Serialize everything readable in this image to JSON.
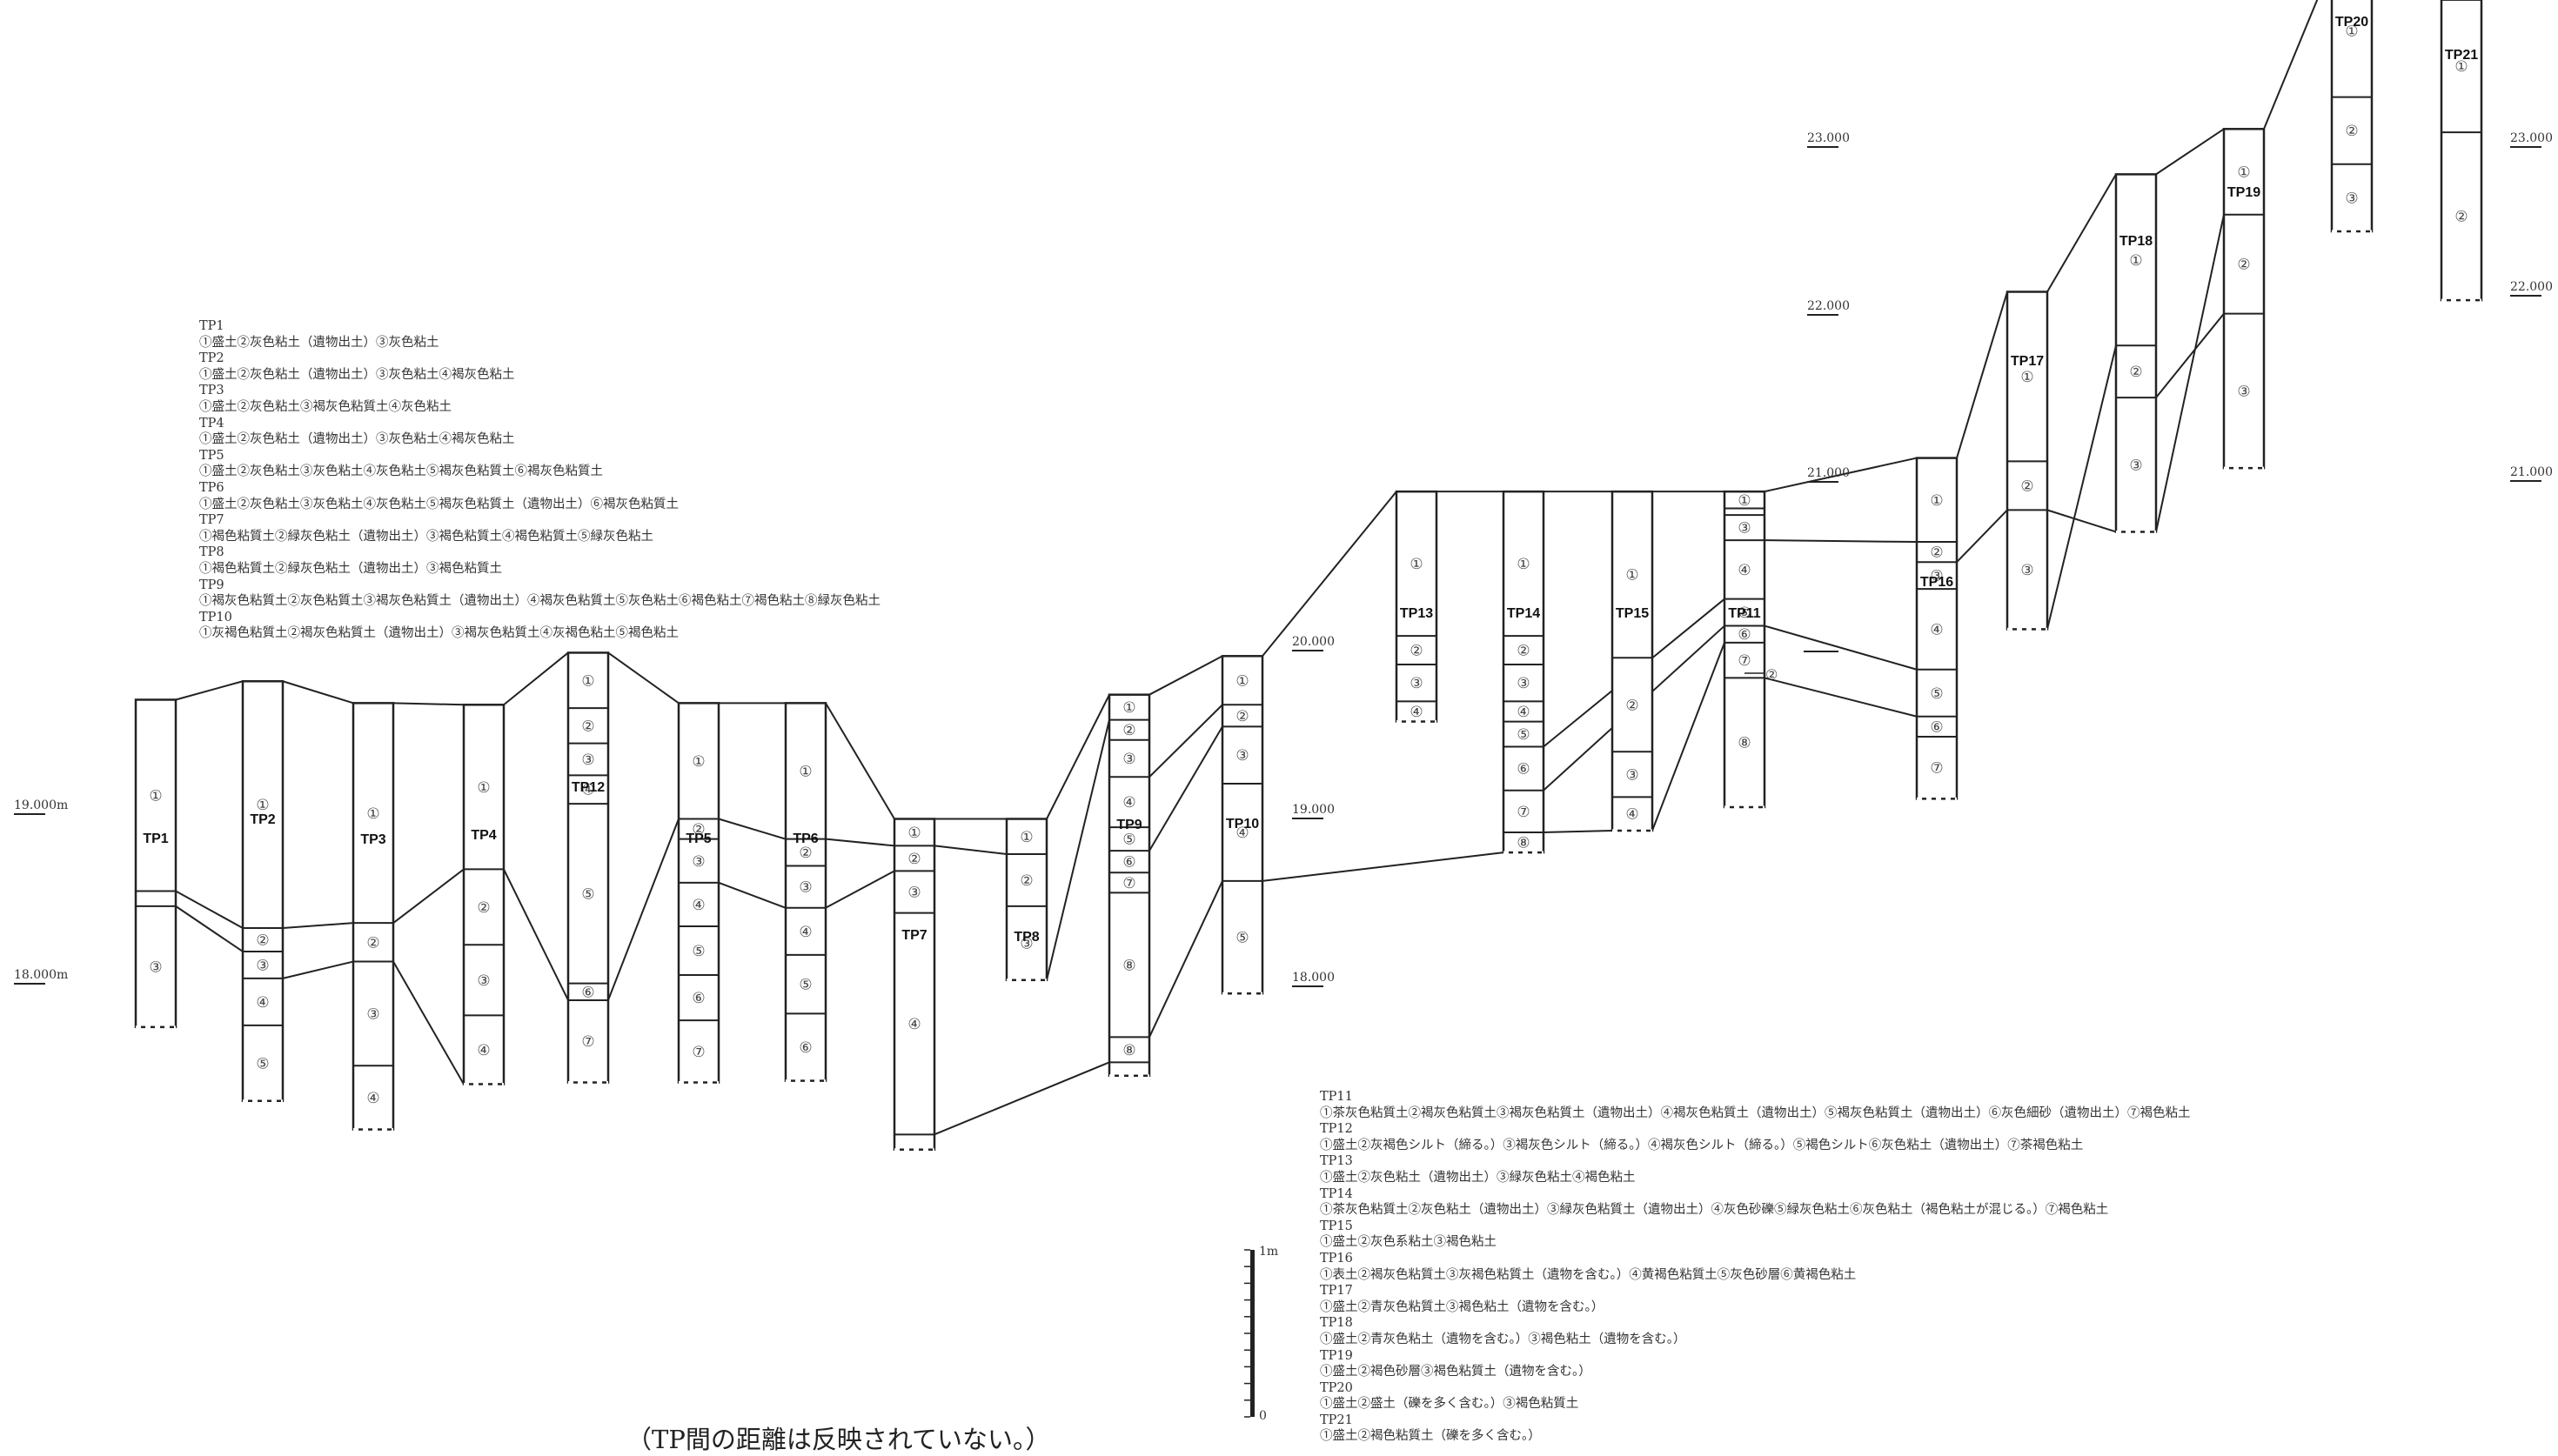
{
  "caption": "（TP間の距離は反映されていない。）",
  "elevation_labels": [
    "23.000",
    "22.000",
    "21.000",
    "20.000",
    "19.000",
    "18.000",
    "19.000m",
    "18.000m",
    "23.000",
    "22.000",
    "21.000",
    "1m",
    "0"
  ],
  "layer_labels": [
    "①",
    "②",
    "③",
    "④",
    "⑤",
    "⑥",
    "⑦",
    "⑧"
  ],
  "pits": [
    {
      "name": "TP1",
      "top": 19.64,
      "bounds": [
        19.64,
        18.5,
        18.41,
        17.69
      ]
    },
    {
      "name": "TP2",
      "top": 19.75,
      "bounds": [
        19.75,
        18.28,
        18.14,
        17.98,
        17.7,
        17.25
      ]
    },
    {
      "name": "TP3",
      "top": 19.62,
      "bounds": [
        19.62,
        18.31,
        18.08,
        17.46,
        17.08
      ]
    },
    {
      "name": "TP4",
      "top": 19.61,
      "bounds": [
        19.61,
        18.63,
        18.18,
        17.76,
        17.35
      ]
    },
    {
      "name": "TP12",
      "top": 19.92,
      "bounds": [
        19.92,
        19.59,
        19.38,
        19.19,
        19.02,
        17.95,
        17.85,
        17.36
      ]
    },
    {
      "name": "TP5",
      "top": 19.62,
      "bounds": [
        19.62,
        18.93,
        18.81,
        18.55,
        18.29,
        18.0,
        17.73,
        17.36
      ]
    },
    {
      "name": "TP6",
      "top": 19.62,
      "bounds": [
        19.62,
        18.81,
        18.65,
        18.4,
        18.12,
        17.77,
        17.37
      ]
    },
    {
      "name": "TP7",
      "top": 18.93,
      "bounds": [
        18.93,
        18.77,
        18.62,
        18.37,
        17.05,
        16.96
      ]
    },
    {
      "name": "TP8",
      "top": 18.93,
      "bounds": [
        18.93,
        18.72,
        18.41,
        17.97
      ]
    },
    {
      "name": "TP9",
      "top": 19.67,
      "bounds": [
        19.67,
        19.52,
        19.4,
        19.18,
        18.88,
        18.74,
        18.61,
        18.49,
        17.63,
        17.48,
        17.4
      ]
    },
    {
      "name": "TP10",
      "top": 19.9,
      "bounds": [
        19.9,
        19.61,
        19.48,
        19.14,
        18.56,
        17.89
      ]
    },
    {
      "name": "TP13",
      "top": 20.88,
      "bounds": [
        20.88,
        20.02,
        19.85,
        19.63,
        19.51
      ]
    },
    {
      "name": "TP14",
      "top": 20.88,
      "bounds": [
        20.88,
        20.02,
        19.85,
        19.63,
        19.51,
        19.36,
        19.1,
        18.85,
        18.73
      ]
    },
    {
      "name": "TP15",
      "top": 20.88,
      "bounds": [
        20.88,
        19.89,
        19.33,
        19.06,
        18.86
      ]
    },
    {
      "name": "TP11",
      "top": 20.88,
      "bounds": [
        20.88,
        20.78,
        20.74,
        20.59,
        20.24,
        20.08,
        19.98,
        19.77,
        19.0
      ]
    },
    {
      "name": "TP16",
      "top": 21.08,
      "bounds": [
        21.08,
        20.58,
        20.46,
        20.3,
        19.82,
        19.54,
        19.42,
        19.05
      ]
    },
    {
      "name": "TP17",
      "top": 22.07,
      "bounds": [
        22.07,
        21.06,
        20.77,
        20.06
      ]
    },
    {
      "name": "TP18",
      "top": 22.77,
      "bounds": [
        22.77,
        21.75,
        21.44,
        20.64
      ]
    },
    {
      "name": "TP19",
      "top": 23.04,
      "bounds": [
        23.04,
        22.53,
        21.94,
        21.02
      ]
    },
    {
      "name": "TP20",
      "top": 24.02,
      "bounds": [
        24.02,
        23.23,
        22.83,
        22.43
      ]
    },
    {
      "name": "TP21",
      "top": 23.81,
      "bounds": [
        23.81,
        23.02,
        22.02
      ]
    }
  ],
  "legend_left": [
    {
      "name": "TP1",
      "desc": "①盛土②灰色粘土（遺物出土）③灰色粘土"
    },
    {
      "name": "TP2",
      "desc": "①盛土②灰色粘土（遺物出土）③灰色粘土④褐灰色粘土"
    },
    {
      "name": "TP3",
      "desc": "①盛土②灰色粘土③褐灰色粘質土④灰色粘土"
    },
    {
      "name": "TP4",
      "desc": "①盛土②灰色粘土（遺物出土）③灰色粘土④褐灰色粘土"
    },
    {
      "name": "TP5",
      "desc": "①盛土②灰色粘土③灰色粘土④灰色粘土⑤褐灰色粘質土⑥褐灰色粘質土"
    },
    {
      "name": "TP6",
      "desc": "①盛土②灰色粘土③灰色粘土④灰色粘土⑤褐灰色粘質土（遺物出土）⑥褐灰色粘質土"
    },
    {
      "name": "TP7",
      "desc": "①褐色粘質土②緑灰色粘土（遺物出土）③褐色粘質土④褐色粘質土⑤緑灰色粘土"
    },
    {
      "name": "TP8",
      "desc": "①褐色粘質土②緑灰色粘土（遺物出土）③褐色粘質土"
    },
    {
      "name": "TP9",
      "desc": "①褐灰色粘質土②灰色粘質土③褐灰色粘質土（遺物出土）④褐灰色粘質土⑤灰色粘土⑥褐色粘土⑦褐色粘土⑧緑灰色粘土"
    },
    {
      "name": "TP10",
      "desc": "①灰褐色粘質土②褐灰色粘質土（遺物出土）③褐灰色粘質土④灰褐色粘土⑤褐色粘土"
    }
  ],
  "legend_right": [
    {
      "name": "TP11",
      "desc": "①茶灰色粘質土②褐灰色粘質土③褐灰色粘質土（遺物出土）④褐灰色粘質土（遺物出土）⑤褐灰色粘質土（遺物出土）⑥灰色細砂（遺物出土）⑦褐色粘土"
    },
    {
      "name": "TP12",
      "desc": "①盛土②灰褐色シルト（締る。）③褐灰色シルト（締る。）④褐灰色シルト（締る。）⑤褐色シルト⑥灰色粘土（遺物出土）⑦茶褐色粘土"
    },
    {
      "name": "TP13",
      "desc": "①盛土②灰色粘土（遺物出土）③緑灰色粘土④褐色粘土"
    },
    {
      "name": "TP14",
      "desc": "①茶灰色粘質土②灰色粘土（遺物出土）③緑灰色粘質土（遺物出土）④灰色砂礫⑤緑灰色粘土⑥灰色粘土（褐色粘土が混じる。）⑦褐色粘土"
    },
    {
      "name": "TP15",
      "desc": "①盛土②灰色系粘土③褐色粘土"
    },
    {
      "name": "TP16",
      "desc": "①表土②褐灰色粘質土③灰褐色粘質土（遺物を含む。）④黄褐色粘質土⑤灰色砂層⑥黄褐色粘土"
    },
    {
      "name": "TP17",
      "desc": "①盛土②青灰色粘質土③褐色粘土（遺物を含む。）"
    },
    {
      "name": "TP18",
      "desc": "①盛土②青灰色粘土（遺物を含む。）③褐色粘土（遺物を含む。）"
    },
    {
      "name": "TP19",
      "desc": "①盛土②褐色砂層③褐色粘質土（遺物を含む。）"
    },
    {
      "name": "TP20",
      "desc": "①盛土②盛土（礫を多く含む。）③褐色粘質土"
    },
    {
      "name": "TP21",
      "desc": "①盛土②褐色粘質土（礫を多く含む。）"
    }
  ]
}
